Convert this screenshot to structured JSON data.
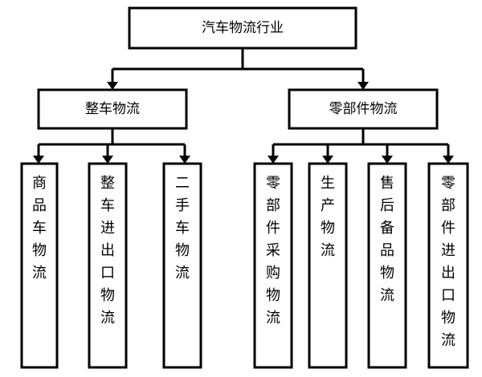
{
  "root": {
    "label": "汽车物流行业"
  },
  "categories": [
    {
      "label": "整车物流",
      "children": [
        "商品车物流",
        "整车进出口物流",
        "二手车物流"
      ]
    },
    {
      "label": "零部件物流",
      "children": [
        "零部件采购物流",
        "生产物流",
        "售后备品物流",
        "零部件进出口物流"
      ]
    }
  ],
  "colors": {
    "line": "#000000",
    "box_fill": "#ffffff",
    "text": "#000000"
  }
}
